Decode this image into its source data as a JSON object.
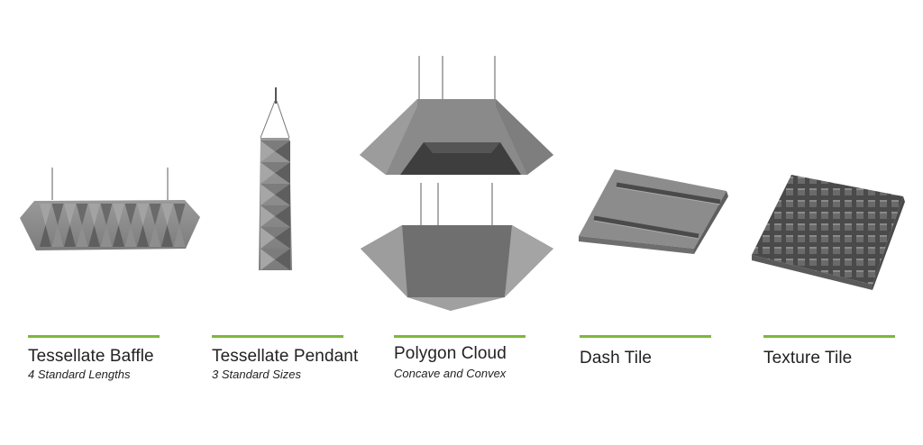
{
  "accent_color": "#7cb83a",
  "products": [
    {
      "name": "Tessellate Baffle",
      "subtitle": "4 Standard Lengths"
    },
    {
      "name": "Tessellate Pendant",
      "subtitle": "3 Standard Sizes"
    },
    {
      "name": "Polygon Cloud",
      "subtitle": "Concave and Convex"
    },
    {
      "name": "Dash Tile",
      "subtitle": ""
    },
    {
      "name": "Texture Tile",
      "subtitle": ""
    }
  ]
}
